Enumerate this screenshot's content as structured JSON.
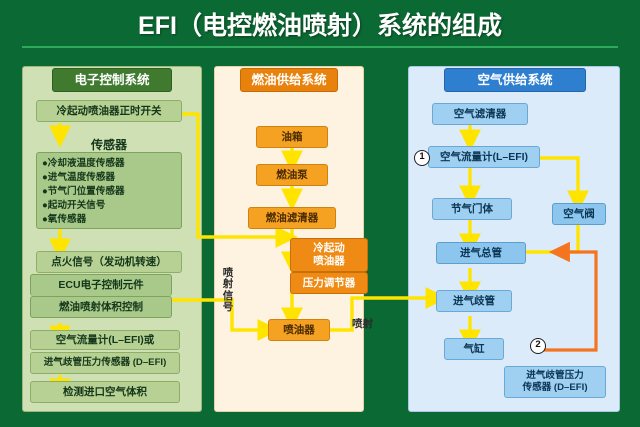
{
  "title": "EFI（电控燃油喷射）系统的组成",
  "columns": {
    "ecu": {
      "header": "电子控制系统"
    },
    "fuel": {
      "header": "燃油供给系统"
    },
    "air": {
      "header": "空气供给系统"
    }
  },
  "ecu": {
    "cold_start_switch": "冷起动喷油器正时开关",
    "sensors_title": "传感器",
    "sensor_list": "●冷却液温度传感器\n●进气温度传感器\n●节气门位置传感器\n●起动开关信号\n●氧传感器",
    "ignition_signal": "点火信号（发动机转速）",
    "ecu_unit": "ECU电子控制元件",
    "fuel_volume_ctrl": "燃油喷射体积控制",
    "airflow_meter": "空气流量计(L–EFI)或",
    "map_sensor": "进气歧管压力传感器 (D–EFI)",
    "detect_air": "检测进口空气体积"
  },
  "fuel": {
    "tank": "油箱",
    "pump": "燃油泵",
    "filter": "燃油滤清器",
    "cold_start_injector": "冷起动\n喷油器",
    "pressure_regulator": "压力调节器",
    "injector": "喷油器",
    "label_inject_signal": "喷射信号",
    "label_inject": "喷射"
  },
  "air": {
    "air_cleaner": "空气滤清器",
    "airflow_meter": "空气流量计(L–EFI)",
    "throttle_body": "节气门体",
    "air_valve": "空气阀",
    "intake_main": "进气总管",
    "intake_manifold": "进气歧管",
    "cylinder": "气缸",
    "map_sensor": "进气歧管压力\n传感器 (D–EFI)",
    "badge1": "1",
    "badge2": "2"
  },
  "colors": {
    "background": "#0b6a33",
    "arrow_yellow": "#ffe400",
    "arrow_orange": "#f4741f",
    "panel_green": "#cfe0b4",
    "panel_cream": "#fdf3e0",
    "panel_blue": "#dcebfa"
  }
}
